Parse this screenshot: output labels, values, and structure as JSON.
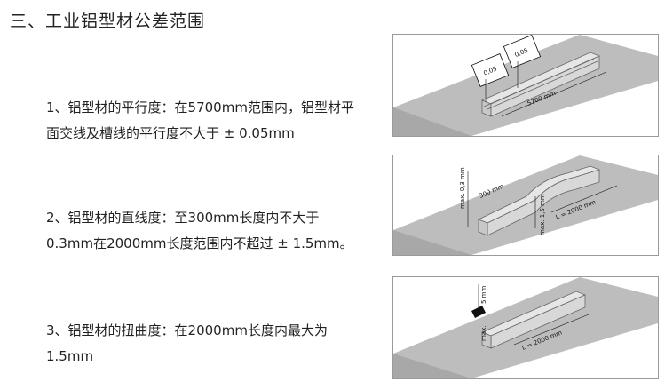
{
  "section_title": "三、工业铝型材公差范围",
  "items": [
    {
      "line1": "1、铝型材的平行度：在5700mm范围内，铝型材平",
      "line2": "面交线及槽线的平行度不大于 ± 0.05mm"
    },
    {
      "line1": "2、铝型材的直线度：至300mm长度内不大于",
      "line2": "0.3mm在2000mm长度范围内不超过 ± 1.5mm。"
    },
    {
      "line1": "3、铝型材的扭曲度：在2000mm长度内最大为",
      "line2": "1.5mm"
    }
  ],
  "figures": {
    "fig1": {
      "tol_a": "0,05",
      "tol_b": "0,05",
      "length": "5700 mm"
    },
    "fig2": {
      "short_len": "300 mm",
      "max_dev": "max. 0,3 mm",
      "length": "L = 2000 mm",
      "dev2": "max. 1,5 mm"
    },
    "fig3": {
      "twist": "5 mm",
      "max": "max.",
      "length": "L = 2000 mm"
    }
  }
}
